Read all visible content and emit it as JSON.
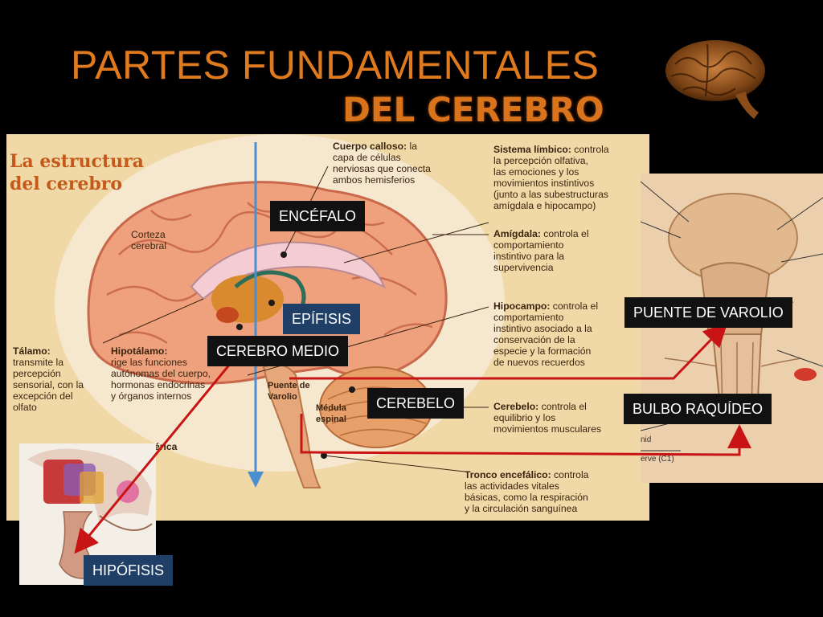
{
  "slide": {
    "title_line1": "PARTES FUNDAMENTALES",
    "title_line2": "DEL CEREBRO"
  },
  "diagram": {
    "heading": "La estructura\ndel cerebro",
    "labels": {
      "cuerpo_calloso_term": "Cuerpo calloso:",
      "cuerpo_calloso_text": " la\ncapa de células\nnerviosas que conecta\nambos hemisferios",
      "sistema_limbico_term": "Sistema límbico:",
      "sistema_limbico_text": " controla\nla percepción olfativa,\nlas emociones y los\nmovimientos instintivos\n(junto a las subestructuras\namígdala e hipocampo)",
      "corteza": "Corteza\ncerebral",
      "amigdala_term": "Amígdala:",
      "amigdala_text": " controla el\ncomportamiento\ninstintivo para la\nsupervivencia",
      "hipocampo_term": "Hipocampo:",
      "hipocampo_text": " controla el\ncomportamiento\ninstintivo asociado a la\nconservación de la\nespecie y la formación\nde nuevos recuerdos",
      "talamo_term": "Tálamo:",
      "talamo_text": "\ntransmite la\npercepción\nsensorial, con la\nexcepción del\nolfato",
      "hipotalamo_term": "Hipotálamo:",
      "hipotalamo_text": "\nrige las funciones\nautónomas del cuerpo,\nhormonas endocrinas\ny órganos internos",
      "puente": "Puente de\nVarolio",
      "medula": "Médula\nespinal",
      "cerebelo_term": "Cerebelo:",
      "cerebelo_text": " controla el\nequilibrio y los\nmovimientos musculares",
      "tronco_term": "Tronco encefálico:",
      "tronco_text": " controla\nlas actividades vitales\nbásicas, como la respiración\ny la circulación sanguínea",
      "erica": "érica"
    }
  },
  "side_image": {
    "fragment1": "nid",
    "fragment2": "erve (C1)"
  },
  "tags": {
    "encefalo": "ENCÉFALO",
    "epifisis": "EPÍFISIS",
    "cerebro_medio": "CEREBRO MEDIO",
    "cerebelo": "CEREBELO",
    "puente_varolio": "PUENTE DE VAROLIO",
    "bulbo": "BULBO RAQUÍDEO",
    "hipofisis": "HIPÓFISIS"
  },
  "colors": {
    "title": "#e07a1e",
    "arrow": "#c81414",
    "tag_black": "#111111",
    "tag_blue": "#1f3f66",
    "diagram_bg": "#f0d9a7"
  }
}
